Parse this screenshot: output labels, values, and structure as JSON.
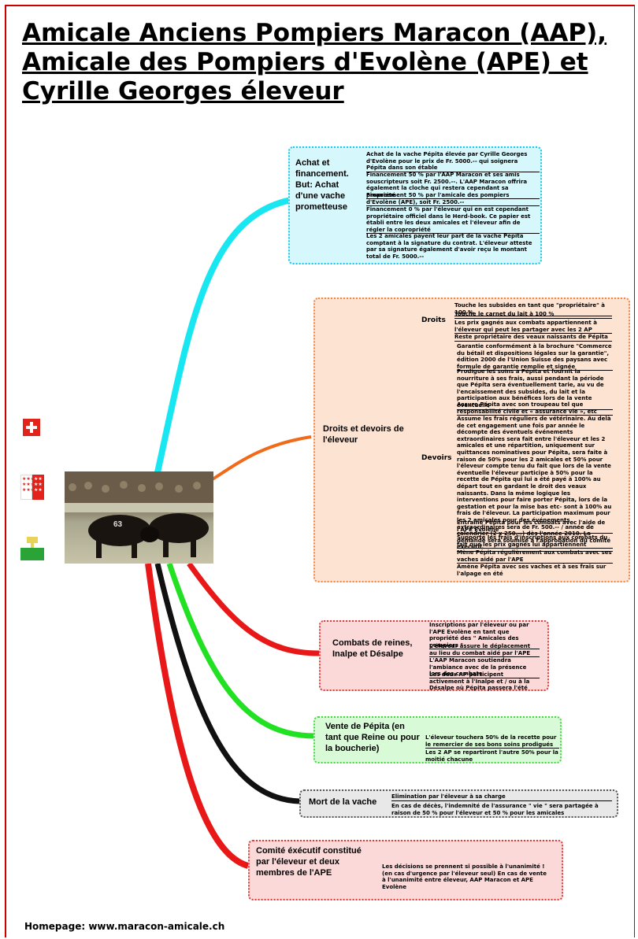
{
  "title": {
    "line1": "Amicale Anciens Pompiers Maracon (AAP),",
    "line2": "Amicale des Pompiers d'Evolène (APE) et",
    "line3": "Cyrille Georges éleveur"
  },
  "branches": {
    "achat": {
      "label": "Achat et financement. But: Achat d'une vache prometteuse",
      "items": [
        "Achat de la vache Pépita élevée par Cyrille Georges d'Evolène pour le prix de Fr. 5000.-- qui soignera Pépita dans son étable",
        "Financement 50 % par l'AAP Maracon et ses amis souscripteurs soit Fr. 2500.--. L'AAP Maracon offrira également la cloche qui restera cependant sa propriété",
        "Financement 50 % par l'amicale des pompiers d'Evolène (APE), soit Fr. 2500.--",
        "Financement 0 % par l'éleveur qui en est cependant propriétaire officiel dans le Herd-book. Ce papier est établi entre les deux amicales et l'éleveur afin de régler la copropriété",
        "Les 2 amicales payent leur part de la vache Pépita comptant à la signature du contrat. L'éleveur atteste par sa signature également d'avoir reçu le montant total de Fr. 5000.--"
      ]
    },
    "droits": {
      "label": "Droits et devoirs de l'éleveur",
      "droits_label": "Droits",
      "droits_items": [
        "Touche les subsides en tant que \"propriétaire\" à 100 %",
        "Touche le carnet du lait à 100 %",
        "Les prix gagnés aux combats appartiennent à l'éleveur qui peut les partager avec les 2 AP",
        "Reste propriétaire des veaux naissants de Pépita"
      ],
      "devoirs_label": "Devoirs",
      "devoirs_items": [
        "Garantie conformément à la brochure \"Commerce du bétail et dispositions légales sur la garantie\", édition 2000 de l'Union Suisse des paysans avec formule de garantie remplie et signée",
        "Prodigue les soins à Pépita et fournit la nourriture à ses frais, aussi pendant la période que Pépita sera éventuellement tarie, au vu de l'encaissement des subsides, du lait et la participation aux bénéfices lors de la vente éventuelle",
        "Assure Pépita avec son troupeau tel que responsabilité civile et « assurance vie », etc",
        "Assume les frais réguliers de vétérinaire. Au delà de cet engagement une fois par année le décompte des éventuels événements extraordinaires sera fait entre l'éleveur et les 2 amicales et une répartition, uniquement sur quittances nominatives pour Pépita, sera faite à raison de 50% pour les 2 amicales et 50% pour l'éleveur compte tenu du fait que lors de la vente éventuelle l'éleveur participe à 50% pour la recette de Pépita qui lui a été payé à 100% au départ tout en gardant le droit des veaux naissants. Dans la même logique les interventions pour faire porter Pépita, lors de la gestation et pour la mise bas etc- sont à 100% au frais de l'éleveur. La participation maximum pour les 2 amicales pour des événements extraordinaires sera de Fr. 500.-- / année de calendrier (2 x 250.--) dès l'année 2010. La demande sera soumise à l'approbation du comité exécutif.",
        "Entraîne Pépita pour les combats avec l'aide de l'APE Evolène",
        "Supporte les frais d'inscriptions aux combats du fait que les prix gagnés lui appartiennent",
        "Mène Pépita régulièrement aux combats avec ses vaches aidé par l'APE",
        "Amène Pépita avec ses vaches et à ses frais sur l'alpage en été"
      ]
    },
    "combats": {
      "label": "Combats de reines, Inalpe et Désalpe",
      "items": [
        "Inscriptions par l'éleveur ou par l'APE Evolène en tant que propriété des \" Amicales des pompiers \"",
        "L'éleveur assure le déplacement au lieu du combat aidé par l'APE",
        "L'AAP Maracon soutiendra l'ambiance avec de la présence lors des combats",
        "Les deux AP participent activement à l'Inalpe et / ou à la Désalpe où Pépita passera l'été"
      ]
    },
    "vente": {
      "label": "Vente de Pépita (en tant que Reine ou pour la boucherie)",
      "items": [
        "L'éleveur touchera 50% de la recette pour le remercier de ses bons soins prodigués",
        "Les 2 AP se repartiront l'autre 50% pour la moitié chacune"
      ]
    },
    "mort": {
      "label": "Mort de la vache",
      "items": [
        "Elimination par l'éleveur à sa charge",
        "En cas de décès, l'indemnité de l'assurance \" vie \" sera partagée à raison de 50 % pour l'éleveur et 50 % pour les amicales"
      ]
    },
    "comite": {
      "label": "Comité éxécutif constitué par l'éleveur et deux membres de l'APE",
      "items": [
        "Les décisions se prennent si possible à l'unanimité ! (en cas d'urgence par l'éleveur seul) En cas de vente à l'unanimité entre éleveur, AAP Maracon et APE Evolène"
      ]
    }
  },
  "photo": {
    "cow_number": "63"
  },
  "footer": "Homepage: www.maracon-amicale.ch",
  "colors": {
    "cyan": "#18e6f0",
    "orange": "#f06a1a",
    "red": "#e81818",
    "green": "#22e022",
    "black": "#111111"
  }
}
